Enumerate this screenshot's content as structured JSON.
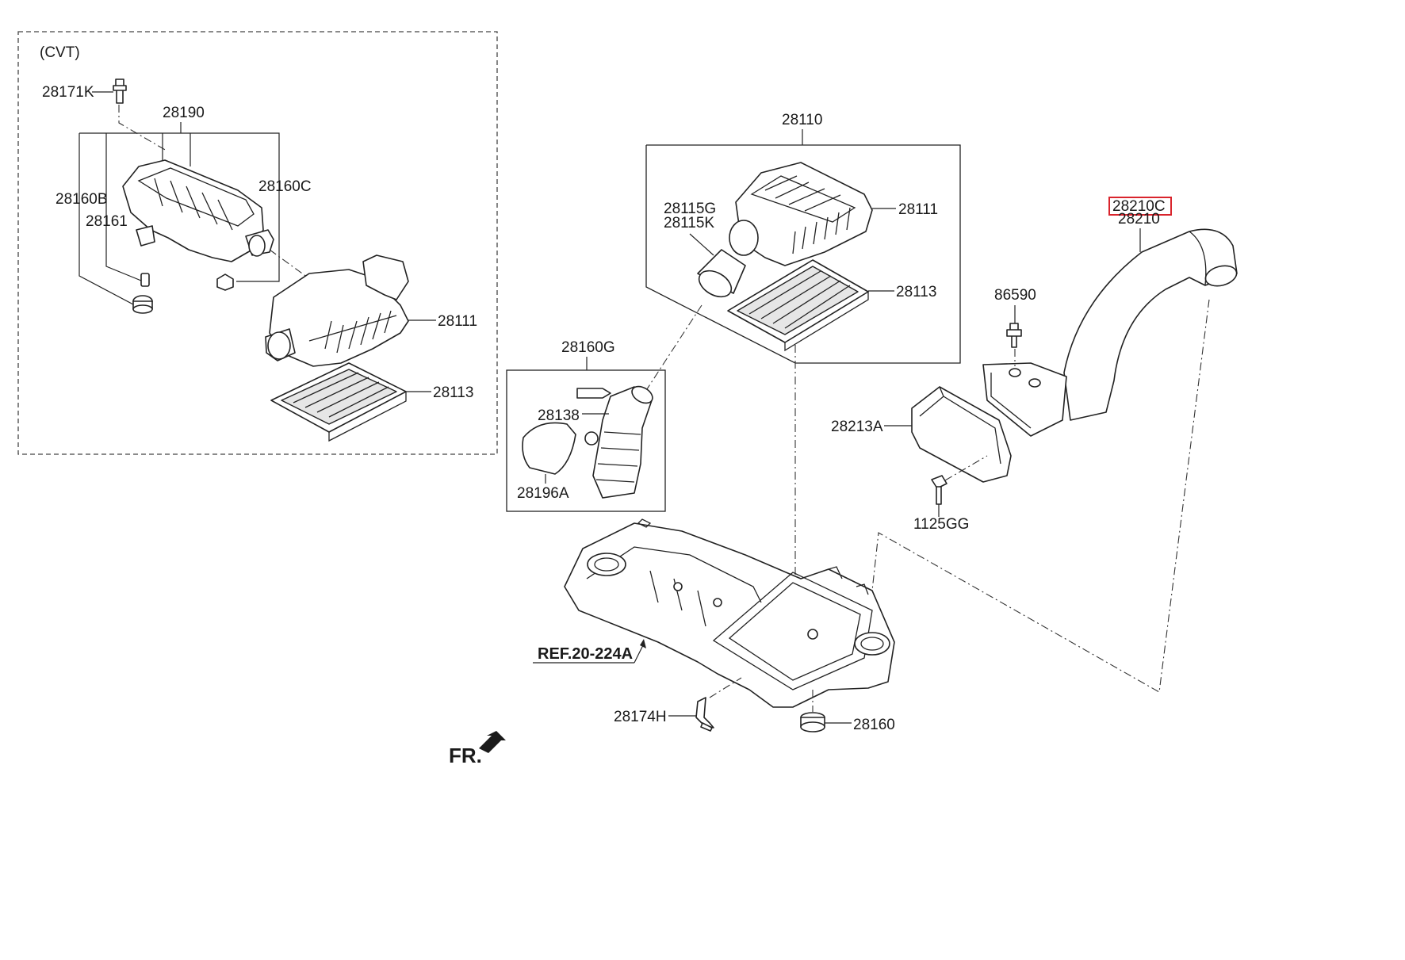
{
  "labels": {
    "cvt": "(CVT)",
    "p28171K": "28171K",
    "p28190": "28190",
    "p28160B": "28160B",
    "p28160C": "28160C",
    "p28161": "28161",
    "p28111_cvt": "28111",
    "p28113_cvt": "28113",
    "p28110": "28110",
    "p28115G": "28115G",
    "p28115K": "28115K",
    "p28111": "28111",
    "p28113": "28113",
    "p28160G": "28160G",
    "p28138": "28138",
    "p28196A": "28196A",
    "p28210C": "28210C",
    "p28210": "28210",
    "p86590": "86590",
    "p28213A": "28213A",
    "p1125GG": "1125GG",
    "ref": "REF.20-224A",
    "p28174H": "28174H",
    "p28160": "28160",
    "fr": "FR."
  },
  "colors": {
    "highlight": "#d9242c",
    "line": "#222222"
  },
  "highlighted_part": "28210C"
}
